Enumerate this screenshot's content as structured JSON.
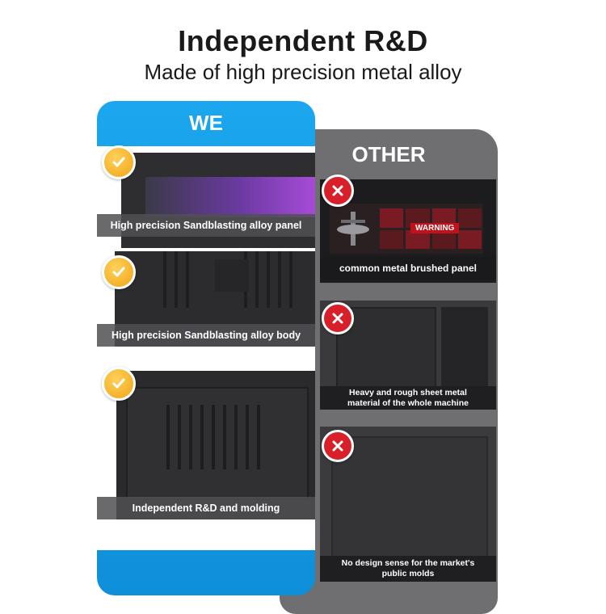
{
  "header": {
    "title": "Independent R&D",
    "subtitle": "Made of high precision metal alloy"
  },
  "we": {
    "label": "WE",
    "items": [
      {
        "caption": "High precision Sandblasting alloy panel",
        "icon": "check-icon"
      },
      {
        "caption": "High precision Sandblasting alloy body",
        "icon": "check-icon"
      },
      {
        "caption": "Independent R&D and molding",
        "icon": "check-icon"
      }
    ]
  },
  "other": {
    "label": "OTHER",
    "items": [
      {
        "caption": "common metal brushed panel",
        "icon": "cross-icon",
        "warning": "WARNING"
      },
      {
        "caption_line1": "Heavy and rough sheet metal",
        "caption_line2": "material of the whole machine",
        "icon": "cross-icon"
      },
      {
        "caption_line1": "No design sense for the market's",
        "caption_line2": "public molds",
        "icon": "cross-icon"
      }
    ]
  },
  "colors": {
    "we_blue": "#1aa3ea",
    "other_gray": "#6f6f72",
    "check_gold": "#f0a416",
    "cross_red": "#d8202a",
    "screen_purple": "#a64bd6"
  }
}
